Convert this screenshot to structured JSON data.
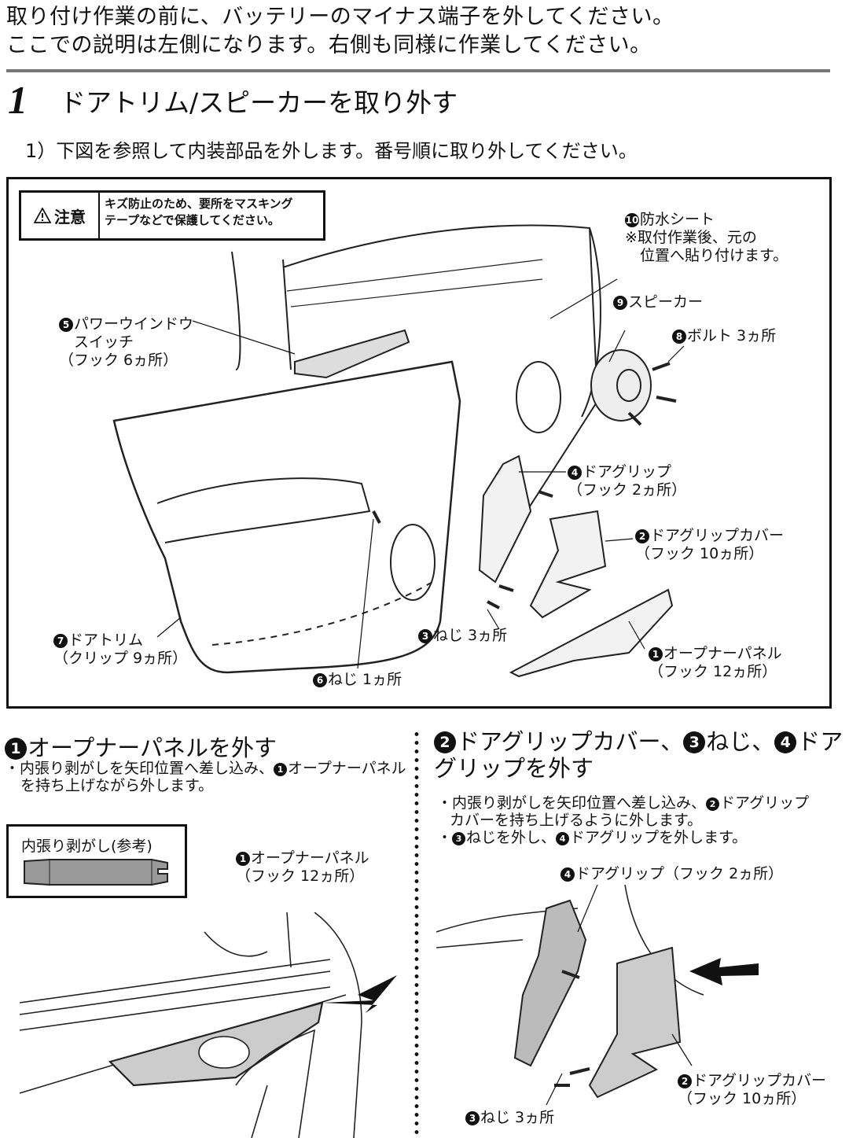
{
  "intro": {
    "line1": "取り付け作業の前に、バッテリーのマイナス端子を外してください。",
    "line2": "ここでの説明は左側になります。右側も同様に作業してください。"
  },
  "step": {
    "number": "1",
    "title": "ドアトリム/スピーカーを取り外す",
    "substep": "1）下図を参照して内装部品を外します。番号順に取り外してください。"
  },
  "caution": {
    "icon": "warning-triangle-icon",
    "label": "注意",
    "text_line1": "キズ防止のため、要所をマスキング",
    "text_line2": "テープなどで保護してください。"
  },
  "callouts": [
    {
      "num": "10",
      "line1": "防水シート",
      "line2": "※取付作業後、元の",
      "line3": "　位置へ貼り付けます。"
    },
    {
      "num": "9",
      "line1": "スピーカー"
    },
    {
      "num": "8",
      "line1": "ボルト 3ヵ所"
    },
    {
      "num": "5",
      "line1": "パワーウインドウ",
      "line2": "　スイッチ",
      "line3": "（フック 6ヵ所）"
    },
    {
      "num": "4",
      "line1": "ドアグリップ",
      "line2": "（フック 2ヵ所）"
    },
    {
      "num": "2",
      "line1": "ドアグリップカバー",
      "line2": "（フック 10ヵ所）"
    },
    {
      "num": "7",
      "line1": "ドアトリム",
      "line2": "（クリップ 9ヵ所）"
    },
    {
      "num": "3",
      "line1": "ねじ 3ヵ所"
    },
    {
      "num": "1",
      "line1": "オープナーパネル",
      "line2": "（フック 12ヵ所）"
    },
    {
      "num": "6",
      "line1": "ねじ 1ヵ所"
    }
  ],
  "section1": {
    "num": "1",
    "title": "オープナーパネルを外す",
    "bullet_line1": "・内張り剥がしを矢印位置へ差し込み、",
    "bullet_num": "1",
    "bullet_line1b": "オープナーパネル",
    "bullet_line2": "を持ち上げながら外します。",
    "tool_label": "内張り剥がし(参考)",
    "callout_num": "1",
    "callout_line1": "オープナーパネル",
    "callout_line2": "（フック 12ヵ所）"
  },
  "section2": {
    "title_num1": "2",
    "title_part1": "ドアグリップカバー、",
    "title_num2": "3",
    "title_part2": "ねじ、",
    "title_num3": "4",
    "title_part3": "ドア",
    "title_line2": "グリップを外す",
    "bullet1_a": "・内張り剥がしを矢印位置へ差し込み、",
    "bullet1_num": "2",
    "bullet1_b": "ドアグリップ",
    "bullet1_c": "カバーを持ち上げるように外します。",
    "bullet2_a": "・",
    "bullet2_num1": "3",
    "bullet2_b": "ねじを外し、",
    "bullet2_num2": "4",
    "bullet2_c": "ドアグリップを外します。",
    "callout_grip_num": "4",
    "callout_grip": "ドアグリップ（フック 2ヵ所）",
    "callout_cover_num": "2",
    "callout_cover_line1": "ドアグリップカバー",
    "callout_cover_line2": "（フック 10ヵ所）",
    "callout_screw_num": "3",
    "callout_screw": "ねじ 3ヵ所"
  }
}
